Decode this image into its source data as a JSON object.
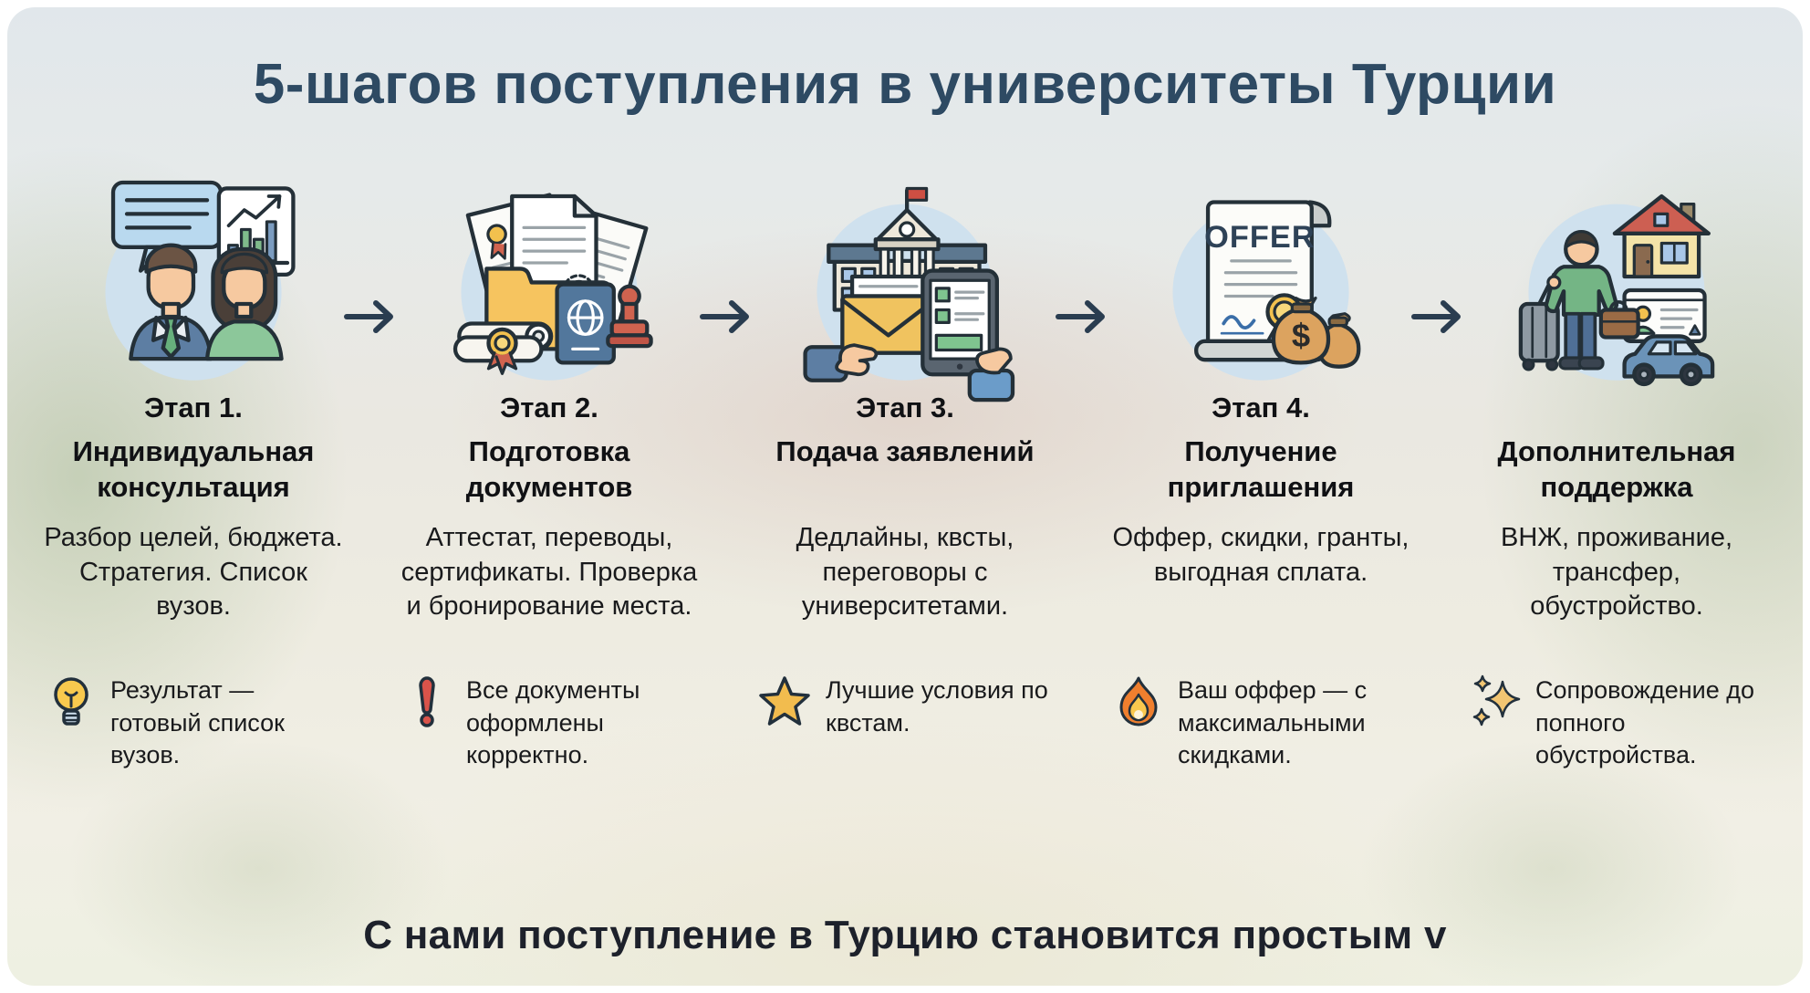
{
  "title": "5-шагов поступления в университеты Турции",
  "footer_text": "С нами поступление в Турцию становится простым v",
  "colors": {
    "title_navy": "#2e4a63",
    "arrow_navy": "#2a3d50",
    "circle_blue": "#cfe1ee",
    "note_bulb_yellow": "#f8c94e",
    "note_exclamation_red": "#d9534a",
    "note_star_gold": "#f2bc4e",
    "note_fire_orange": "#ef7f2e",
    "note_sparkle_gold": "#f2c572"
  },
  "steps": [
    {
      "label": "Этап 1.",
      "title": "Индивидуальная консультация",
      "description": "Разбор целей, бюджета. Стратегия. Список вузов.",
      "note": "Результат — готовый список вузов.",
      "note_icon": "lightbulb-icon",
      "illustration": "consultation — two people with speech bubbles and chart"
    },
    {
      "label": "Этап 2.",
      "title": "Подготовка документов",
      "description": "Аттестат, переводы, сертификаты. Проверка и бронирование места.",
      "note": "Все документы оформлены корректно.",
      "note_icon": "exclamation-icon",
      "illustration": "documents — folder, certificates, passport, stamp"
    },
    {
      "label": "Этап 3.",
      "title": "Подача заявлений",
      "description": "Дедлайны, квсты, переговоры с университетами.",
      "note": "Лучшие условия по квстам.",
      "note_icon": "star-icon",
      "illustration": "application — university building, envelope, tablet"
    },
    {
      "label": "Этап 4.",
      "title": "Получение приглашения",
      "description": "Оффер, скидки, гранты, выгодная сплата.",
      "note": "Ваш оффер — с максимальными скидками.",
      "note_icon": "fire-icon",
      "offer_text": "OFFER",
      "money_symbol": "$",
      "illustration": "offer — scroll with OFFER, medal, money bags"
    },
    {
      "label": "",
      "title": "Дополнительная поддержка",
      "description": "ВНЖ, проживание, трансфер, обустройство.",
      "note": "Сопровождение до попного обустройства.",
      "note_icon": "sparkles-icon",
      "illustration": "support — traveller, house, ID card, car"
    }
  ]
}
